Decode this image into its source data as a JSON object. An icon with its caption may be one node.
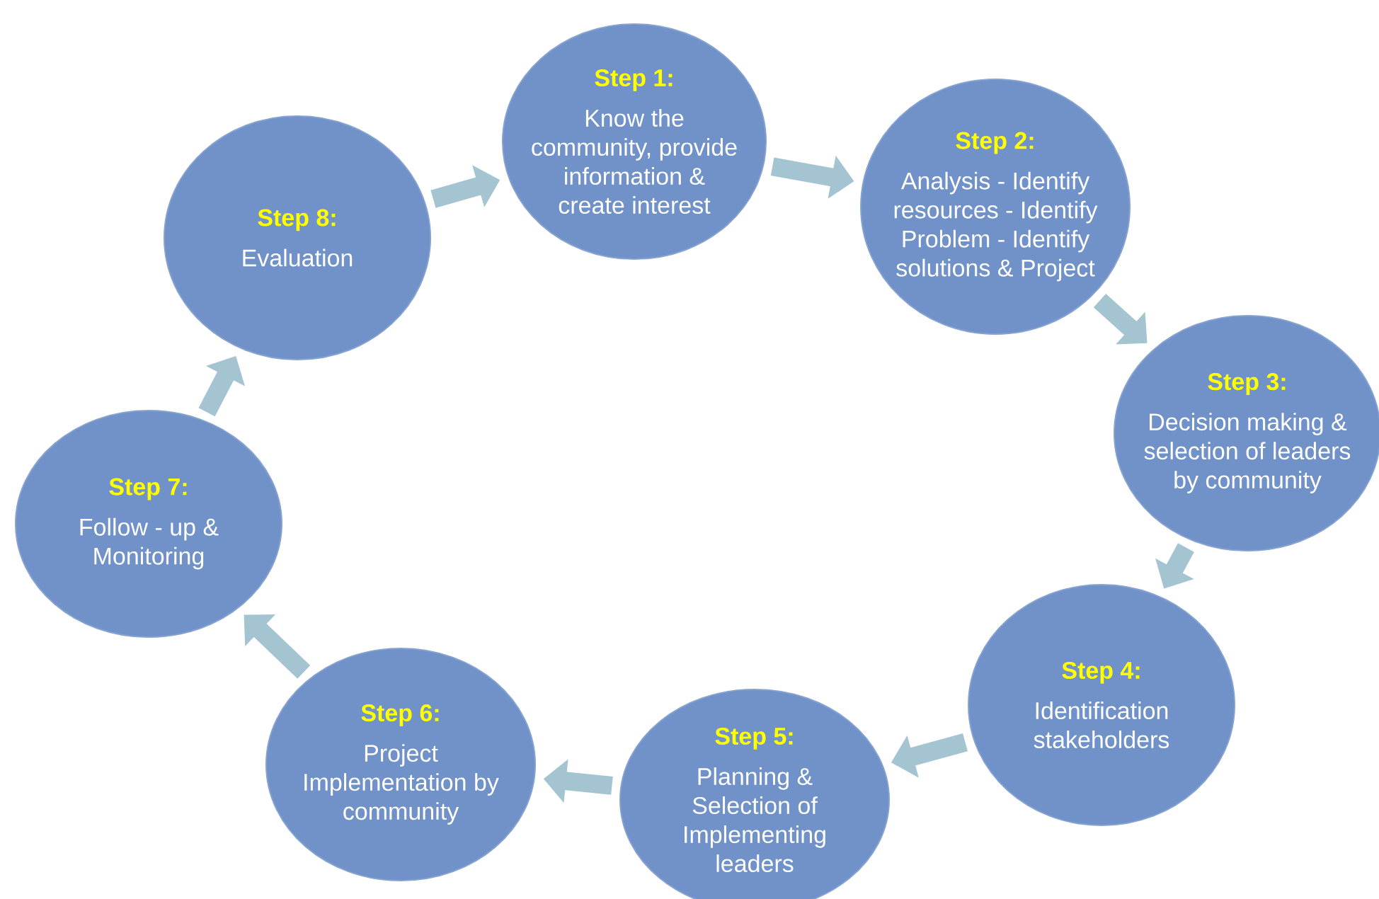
{
  "diagram": {
    "nodes": [
      {
        "text": [
          "Step 1:",
          "Know the community, provide information & create interest"
        ]
      },
      {
        "text": [
          "Step 2:",
          "Analysis - Identify resources - Identify Problem - Identify solutions & Project"
        ]
      },
      {
        "text": [
          "Step 3:",
          "Decision making & selection of leaders by community"
        ]
      },
      {
        "text": [
          "Step 4:",
          "Identification stakeholders"
        ]
      },
      {
        "text": [
          "Step 5:",
          "Planning & Selection of Implementing leaders"
        ]
      },
      {
        "text": [
          "Step 6:",
          "Project Implementation by community"
        ]
      },
      {
        "text": [
          "Step 7:",
          "Follow - up & Monitoring"
        ]
      },
      {
        "text": [
          "Step 8:",
          "Evaluation"
        ]
      }
    ],
    "edges": [
      {
        "from": 0,
        "to": 1,
        "arrow": "to"
      },
      {
        "from": 1,
        "to": 2,
        "arrow": "to"
      },
      {
        "from": 2,
        "to": 3,
        "arrow": "to"
      },
      {
        "from": 3,
        "to": 4,
        "arrow": "to"
      },
      {
        "from": 4,
        "to": 5,
        "arrow": "to"
      },
      {
        "from": 5,
        "to": 6,
        "arrow": "to"
      },
      {
        "from": 6,
        "to": 7,
        "arrow": "to"
      },
      {
        "from": 7,
        "to": 0,
        "arrow": "to"
      }
    ]
  }
}
